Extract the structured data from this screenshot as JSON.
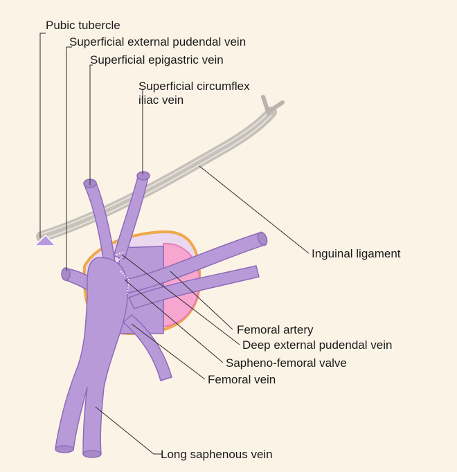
{
  "labels": {
    "pubic_tubercle": "Pubic tubercle",
    "superficial_external_pudendal_vein": "Superficial external pudendal vein",
    "superficial_epigastric_vein": "Superficial epigastric vein",
    "superficial_circumflex_iliac_vein_line1": "Superficial circumflex",
    "superficial_circumflex_iliac_vein_line2": "iliac vein",
    "inguinal_ligament": "Inguinal ligament",
    "femoral_artery": "Femoral artery",
    "deep_external_pudendal_vein": "Deep external pudendal vein",
    "sapheno_femoral_valve": "Sapheno-femoral valve",
    "femoral_vein": "Femoral vein",
    "long_saphenous_vein": "Long saphenous vein"
  },
  "colors": {
    "background": "#fbf3e6",
    "vein_fill": "#b99ad8",
    "vein_stroke": "#8e6bb8",
    "artery_fill": "#f6a6cf",
    "fossa_outline": "#f0a84a",
    "ligament": "#cfcac4",
    "pubic_tubercle_marker": "#b79ae0"
  }
}
